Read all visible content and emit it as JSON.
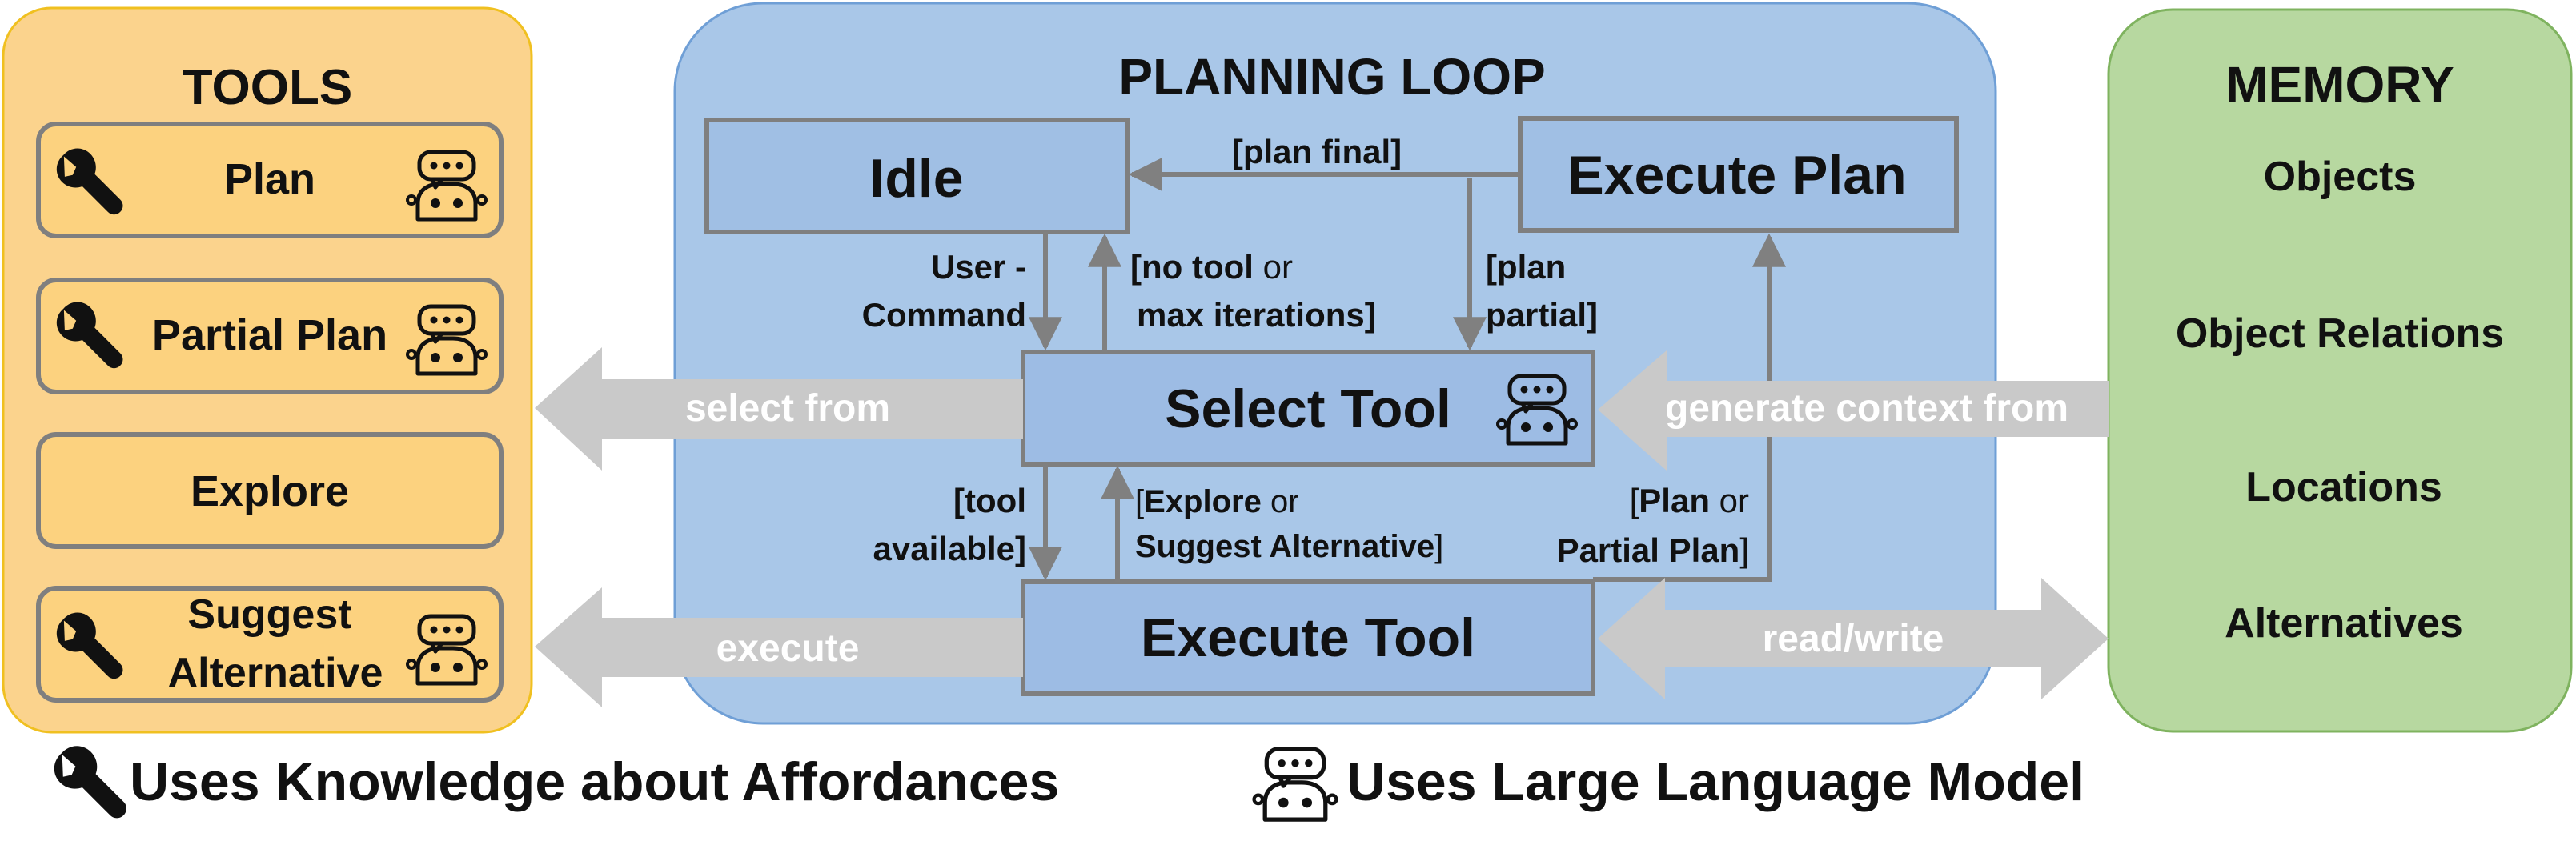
{
  "colors": {
    "tools_panel": "#fbd38d",
    "tools_border": "#f0c020",
    "loop_panel": "#a9c7e8",
    "loop_border": "#6f9fd6",
    "memory_panel": "#b7d8a0",
    "memory_border": "#7fb35f",
    "box_border": "#7f7f7f",
    "arrow_gray": "#c9c9c9",
    "line_gray": "#808080"
  },
  "tools": {
    "title": "TOOLS",
    "items": [
      {
        "label": "Plan",
        "icons": [
          "wrench-icon",
          "robot-chat-icon"
        ]
      },
      {
        "label": "Partial Plan",
        "icons": [
          "wrench-icon",
          "robot-chat-icon"
        ]
      },
      {
        "label": "Explore",
        "icons": []
      },
      {
        "label_line1": "Suggest",
        "label_line2": "Alternative",
        "icons": [
          "wrench-icon",
          "robot-chat-icon"
        ]
      }
    ]
  },
  "loop": {
    "title": "PLANNING LOOP",
    "states": {
      "idle": "Idle",
      "execute_plan": "Execute Plan",
      "select_tool": "Select Tool",
      "execute_tool": "Execute Tool"
    },
    "transitions": {
      "plan_final": "[plan final]",
      "user_command_l1": "User -",
      "user_command_l2": "Command",
      "no_tool_l1_a": "[no tool ",
      "no_tool_l1_b": "or",
      "no_tool_l2": "max iterations]",
      "plan_partial_l1": "[plan",
      "plan_partial_l2": "partial]",
      "tool_available_l1": "[tool",
      "tool_available_l2": "available]",
      "explore_l1_a": "[",
      "explore_l1_b": "Explore",
      "explore_l1_c": " or",
      "explore_l2_a": "Suggest Alternative",
      "explore_l2_b": "]",
      "plan_or_l1_a": "[",
      "plan_or_l1_b": "Plan",
      "plan_or_l1_c": " or",
      "plan_or_l2_a": "Partial Plan",
      "plan_or_l2_b": "]"
    }
  },
  "memory": {
    "title": "MEMORY",
    "items": [
      "Objects",
      "Object Relations",
      "Locations",
      "Alternatives"
    ]
  },
  "arrows": {
    "select_from": "select from",
    "execute": "execute",
    "generate_context_from": "generate context from",
    "read_write": "read/write"
  },
  "legend": {
    "affordances": "Uses Knowledge about Affordances",
    "llm": "Uses Large Language Model"
  }
}
